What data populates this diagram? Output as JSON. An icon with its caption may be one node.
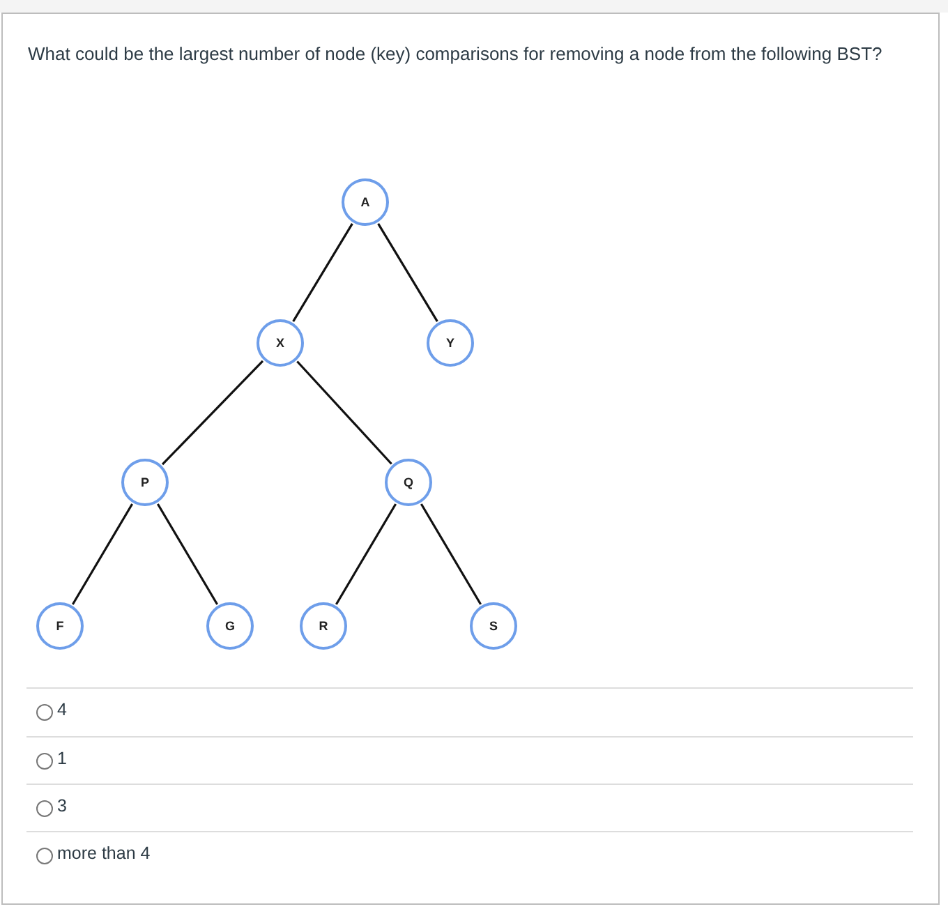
{
  "diagram": {
    "title": "What could be the largest number of node (key) comparisons for removing a node from the following BST?",
    "nodes": [
      {
        "text": [
          "A"
        ]
      },
      {
        "text": [
          "X"
        ]
      },
      {
        "text": [
          "Y"
        ]
      },
      {
        "text": [
          "P"
        ]
      },
      {
        "text": [
          "Q"
        ]
      },
      {
        "text": [
          "F"
        ]
      },
      {
        "text": [
          "G"
        ]
      },
      {
        "text": [
          "R"
        ]
      },
      {
        "text": [
          "S"
        ]
      }
    ],
    "edges": [
      {
        "from": 0,
        "to": 1,
        "arrow": "none"
      },
      {
        "from": 0,
        "to": 2,
        "arrow": "none"
      },
      {
        "from": 1,
        "to": 3,
        "arrow": "none"
      },
      {
        "from": 1,
        "to": 4,
        "arrow": "none"
      },
      {
        "from": 3,
        "to": 5,
        "arrow": "none"
      },
      {
        "from": 3,
        "to": 6,
        "arrow": "none"
      },
      {
        "from": 4,
        "to": 7,
        "arrow": "none"
      },
      {
        "from": 4,
        "to": 8,
        "arrow": "none"
      }
    ],
    "labels": [
      "4",
      "1",
      "3",
      "more than 4"
    ]
  }
}
